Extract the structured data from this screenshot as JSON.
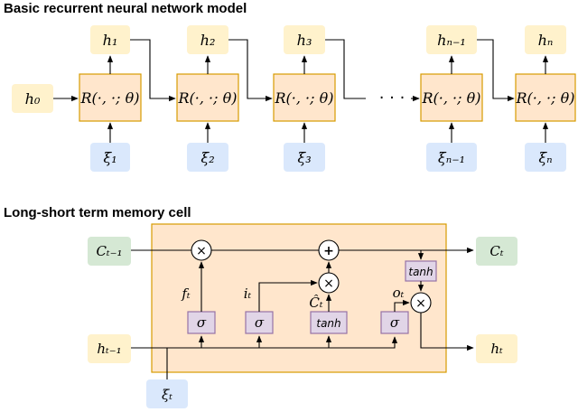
{
  "rnn": {
    "title": "Basic recurrent neural network model",
    "h0": "h₀",
    "cell_label": "R(·, ·; θ)",
    "ellipsis": "· · ·",
    "outputs": [
      "h₁",
      "h₂",
      "h₃",
      "hₙ₋₁",
      "hₙ"
    ],
    "inputs": [
      "ξ₁",
      "ξ₂",
      "ξ₃",
      "ξₙ₋₁",
      "ξₙ"
    ]
  },
  "lstm": {
    "title": "Long-short term memory cell",
    "c_prev": "Cₜ₋₁",
    "c_next": "Cₜ",
    "h_prev": "hₜ₋₁",
    "h_next": "hₜ",
    "x_in": "ξₜ",
    "f_gate": "fₜ",
    "i_gate": "iₜ",
    "c_hat": "Ĉₜ",
    "o_gate": "oₜ",
    "sigma": "σ",
    "tanh": "tanh",
    "times": "×",
    "plus": "+"
  },
  "colors": {
    "output_fill": "#fff2cc",
    "input_fill": "#dae8fc",
    "cell_fill": "#ffe6cc",
    "cell_stroke": "#d79b00",
    "c_fill": "#d5e8d4",
    "gate_fill": "#e1d5e7",
    "gate_stroke": "#9673a6",
    "panel_fill": "#ffe6cc"
  }
}
